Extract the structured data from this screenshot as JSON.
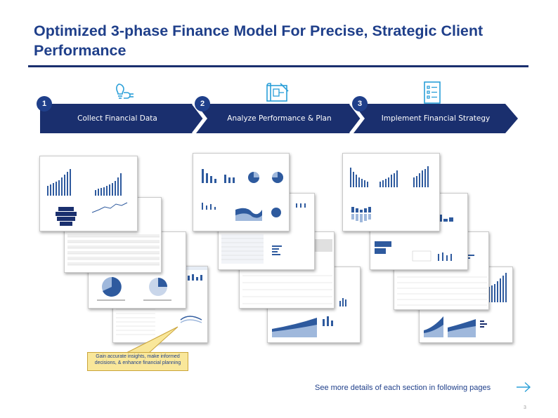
{
  "page": {
    "title": "Optimized 3-phase Finance Model For Precise, Strategic Client Performance",
    "footer_text": "See more details of each section in following pages",
    "page_number": "3"
  },
  "phases": [
    {
      "number": "1",
      "label": "Collect Financial Data",
      "icon": "lightbulb-plug-icon"
    },
    {
      "number": "2",
      "label": "Analyze Performance & Plan",
      "icon": "blueprint-plan-icon"
    },
    {
      "number": "3",
      "label": "Implement Financial Strategy",
      "icon": "checklist-icon"
    }
  ],
  "callout": {
    "text": "Gain accurate insights, make informed decisions, & enhance financial planning"
  },
  "colors": {
    "brand_navy": "#1a2f6e",
    "title_blue": "#1f3f8a",
    "chart_blue": "#2e5a9e",
    "light_blue": "#9fb8dc",
    "callout_fill": "#f9e79a",
    "accent_cyan": "#2a9fd8"
  }
}
